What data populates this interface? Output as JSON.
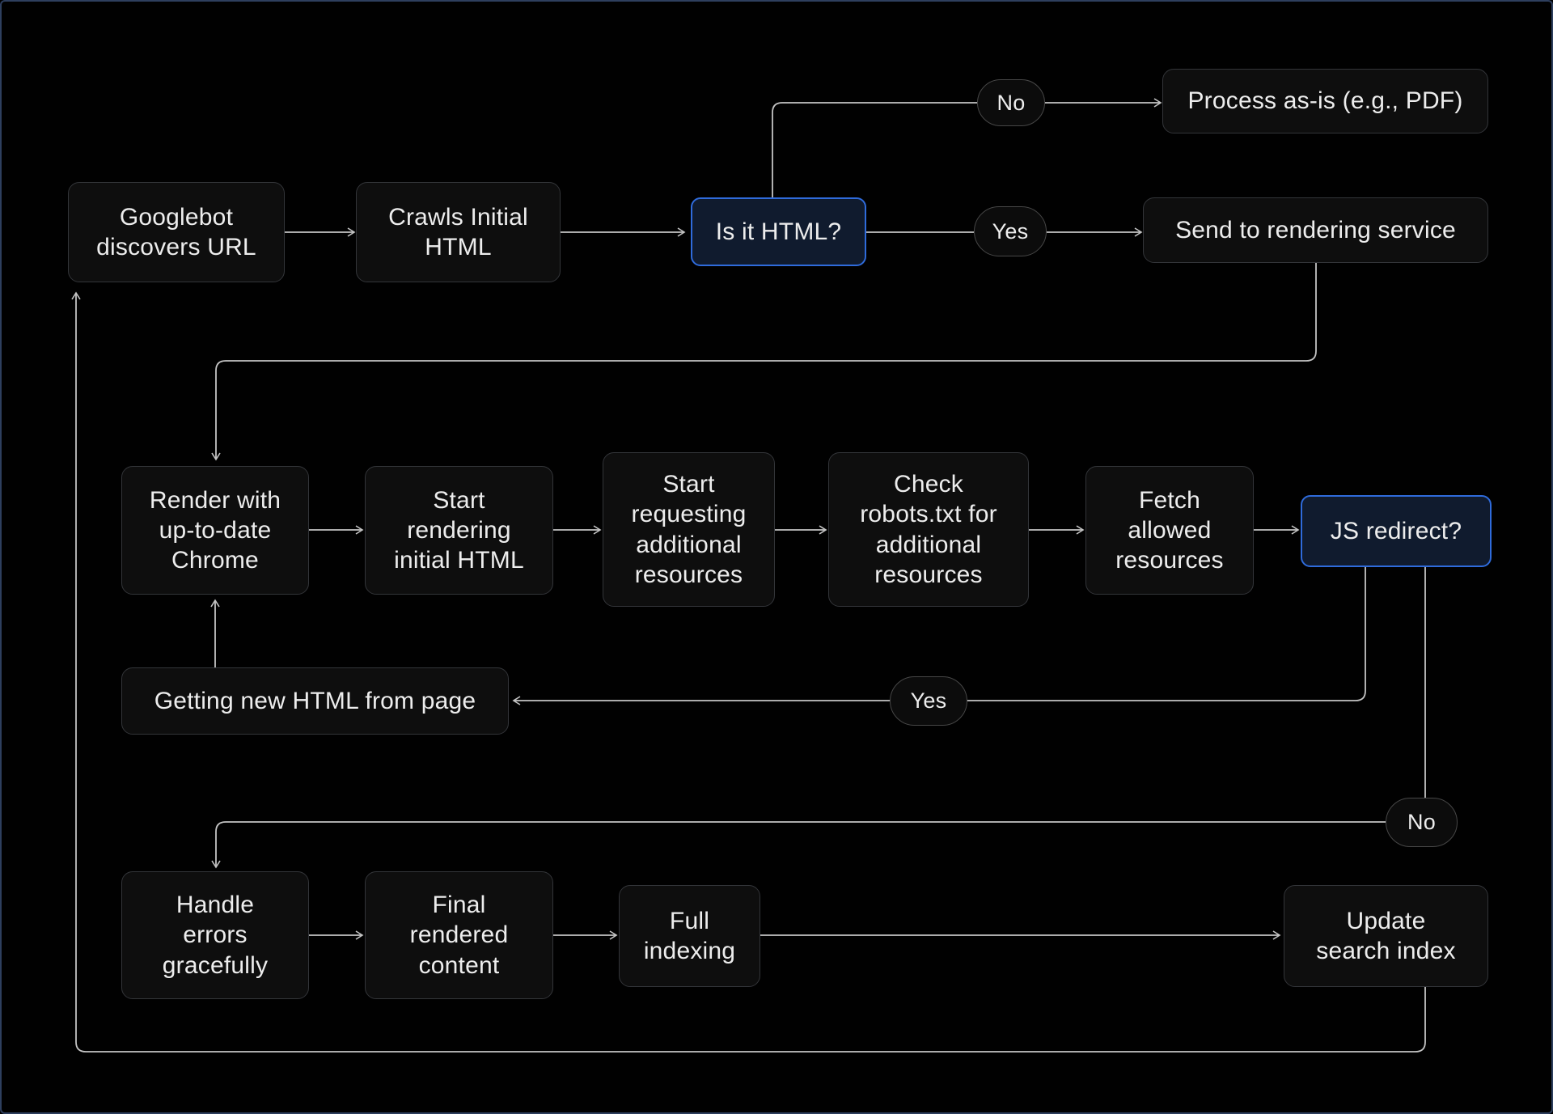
{
  "colors": {
    "background": "#010101",
    "node_fill": "#0e0e0e",
    "node_border": "#333539",
    "decision_fill": "#101b2e",
    "decision_border": "#2f6bdb",
    "pill_border": "#474747",
    "connector": "#c4c4c4",
    "text": "#ededed",
    "window_edge": "#2e3f5e"
  },
  "nodes": {
    "googlebot": {
      "label": "Googlebot\ndiscovers URL"
    },
    "crawls_initial": {
      "label": "Crawls Initial\nHTML"
    },
    "is_it_html": {
      "label": "Is it HTML?"
    },
    "process_as_is": {
      "label": "Process as-is (e.g., PDF)"
    },
    "send_to_rendering": {
      "label": "Send to rendering service"
    },
    "render_chrome": {
      "label": "Render with\nup-to-date\nChrome"
    },
    "start_rendering": {
      "label": "Start\nrendering\ninitial HTML"
    },
    "start_requesting": {
      "label": "Start\nrequesting\nadditional\nresources"
    },
    "check_robots": {
      "label": "Check\nrobots.txt for\nadditional\nresources"
    },
    "fetch_allowed": {
      "label": "Fetch\nallowed\nresources"
    },
    "js_redirect": {
      "label": "JS redirect?"
    },
    "getting_new_html": {
      "label": "Getting new HTML from page"
    },
    "handle_errors": {
      "label": "Handle\nerrors\ngracefully"
    },
    "final_rendered": {
      "label": "Final\nrendered\ncontent"
    },
    "full_indexing": {
      "label": "Full\nindexing"
    },
    "update_search_index": {
      "label": "Update\nsearch index"
    }
  },
  "labels": {
    "no_top": "No",
    "yes_top": "Yes",
    "yes_mid": "Yes",
    "no_mid": "No"
  },
  "edges": [
    {
      "from": "googlebot",
      "to": "crawls_initial"
    },
    {
      "from": "crawls_initial",
      "to": "is_it_html"
    },
    {
      "from": "is_it_html",
      "to": "process_as_is",
      "label": "No"
    },
    {
      "from": "is_it_html",
      "to": "send_to_rendering",
      "label": "Yes"
    },
    {
      "from": "send_to_rendering",
      "to": "render_chrome"
    },
    {
      "from": "render_chrome",
      "to": "start_rendering"
    },
    {
      "from": "start_rendering",
      "to": "start_requesting"
    },
    {
      "from": "start_requesting",
      "to": "check_robots"
    },
    {
      "from": "check_robots",
      "to": "fetch_allowed"
    },
    {
      "from": "fetch_allowed",
      "to": "js_redirect"
    },
    {
      "from": "js_redirect",
      "to": "getting_new_html",
      "label": "Yes"
    },
    {
      "from": "getting_new_html",
      "to": "render_chrome"
    },
    {
      "from": "js_redirect",
      "to": "handle_errors",
      "label": "No"
    },
    {
      "from": "handle_errors",
      "to": "final_rendered"
    },
    {
      "from": "final_rendered",
      "to": "full_indexing"
    },
    {
      "from": "full_indexing",
      "to": "update_search_index"
    },
    {
      "from": "update_search_index",
      "to": "googlebot"
    }
  ]
}
